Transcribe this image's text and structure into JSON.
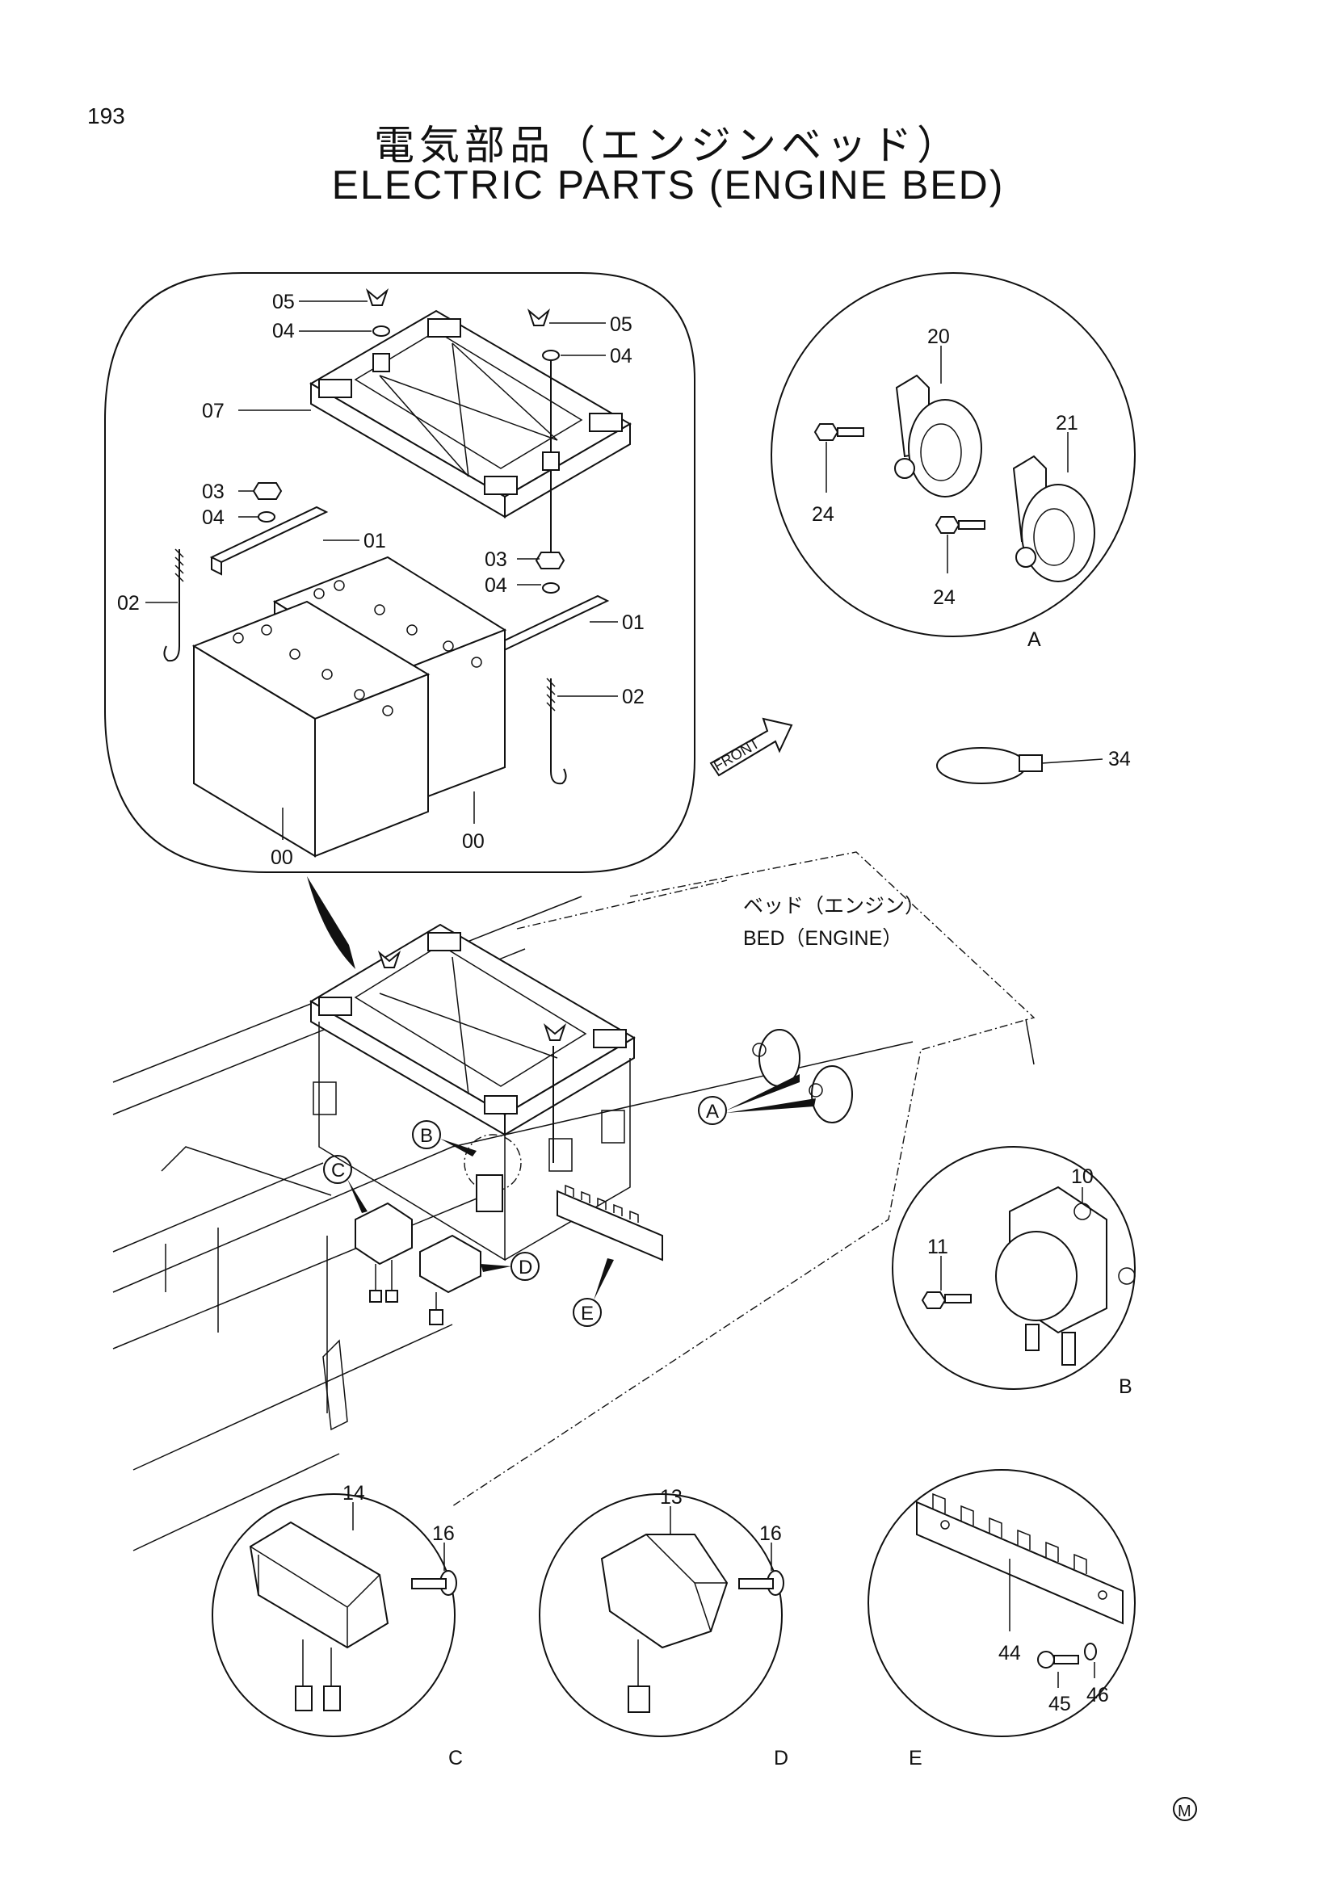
{
  "page": {
    "number": "193",
    "title_jp": "電気部品（エンジンベッド）",
    "title_en": "ELECTRIC PARTS (ENGINE BED)"
  },
  "battery_detail": {
    "labels": {
      "wing_nut_left": "05",
      "washer_top_left": "04",
      "holder": "07",
      "nut_left": "03",
      "washer_left": "04",
      "bracket_left": "01",
      "hook_bolt_left": "02",
      "wing_nut_right": "05",
      "washer_top_right": "04",
      "nut_right": "03",
      "washer_right": "04",
      "bracket_right": "01",
      "hook_bolt_right": "02",
      "battery_front": "00",
      "battery_rear": "00"
    }
  },
  "detail_a": {
    "letter": "A",
    "horn_upper": "20",
    "horn_lower": "21",
    "bolt_upper": "24",
    "bolt_lower": "24"
  },
  "band": {
    "label": "34"
  },
  "front_label": "FRONT",
  "bed_label": {
    "jp": "ベッド（エンジン）",
    "en": "BED（ENGINE）"
  },
  "callouts": {
    "a": "A",
    "b": "B",
    "c": "C",
    "d": "D",
    "e": "E"
  },
  "detail_b": {
    "letter": "B",
    "relay": "10",
    "bolt": "11"
  },
  "detail_c": {
    "letter": "C",
    "unit": "14",
    "bolt": "16"
  },
  "detail_d": {
    "letter": "D",
    "unit": "13",
    "bolt": "16"
  },
  "detail_e": {
    "letter": "E",
    "plate": "44",
    "screw": "45",
    "washer": "46"
  },
  "mark": "M"
}
